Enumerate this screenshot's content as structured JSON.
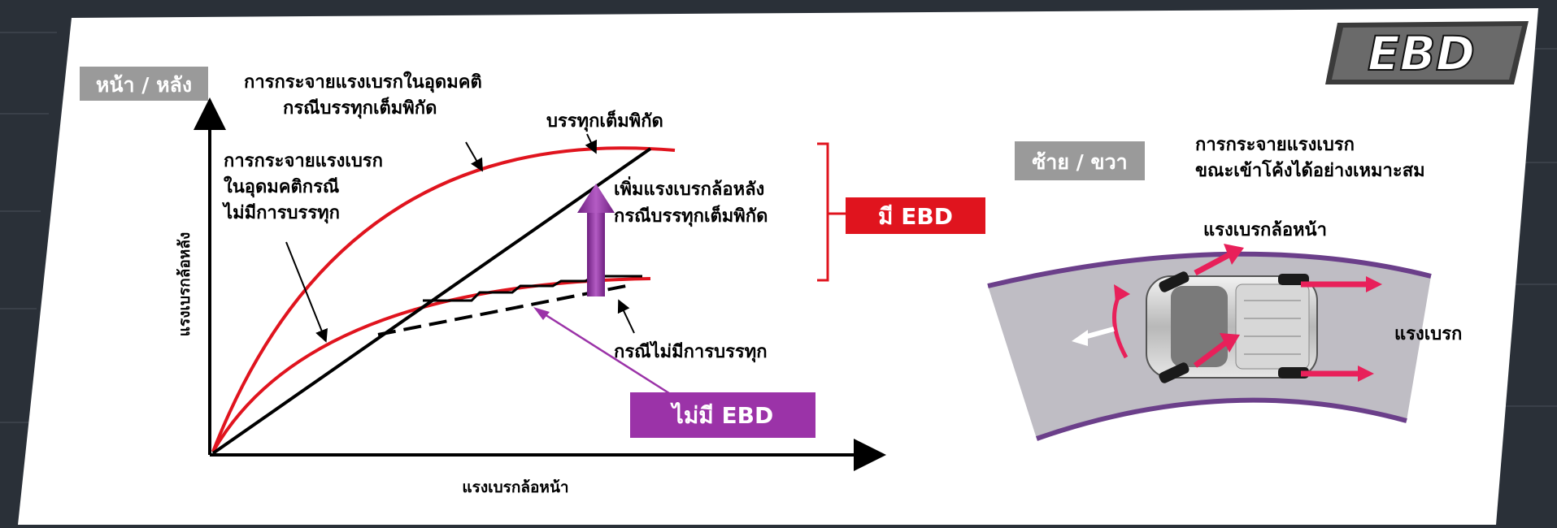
{
  "badge": {
    "text": "EBD"
  },
  "left_panel": {
    "tag": "หน้า / หลัง",
    "ideal_full_load_label": [
      "การกระจายแรงเบรกในอุดมคติ",
      "กรณีบรรทุกเต็มพิกัด"
    ],
    "full_load_label": "บรรทุกเต็มพิกัด",
    "ideal_no_load_label": [
      "การกระจายแรงเบรก",
      "ในอุดมคติกรณี",
      "ไม่มีการบรรทุก"
    ],
    "increase_label": [
      "เพิ่มแรงเบรกล้อหลัง",
      "กรณีบรรทุกเต็มพิกัด"
    ],
    "with_ebd": "มี EBD",
    "no_load_label": "กรณีไม่มีการบรรทุก",
    "without_ebd": "ไม่มี EBD",
    "y_axis_label": "แรงเบรกล้อหลัง",
    "x_axis_label": "แรงเบรกล้อหน้า"
  },
  "right_panel": {
    "tag": "ซ้าย / ขวา",
    "desc": [
      "การกระจายแรงเบรก",
      "ขณะเข้าโค้งได้อย่างเหมาะสม"
    ],
    "front_brake_label": "แรงเบรกล้อหน้า",
    "brake_label": "แรงเบรก"
  },
  "colors": {
    "accent_red": "#e0141e",
    "purple": "#9b33a8",
    "panel_bg": "#ffffff",
    "tag_bg": "#9a9a9a",
    "road": "#bfbdc4",
    "road_edge": "#6b3f8a",
    "arrow_pink": "#e8205a"
  }
}
